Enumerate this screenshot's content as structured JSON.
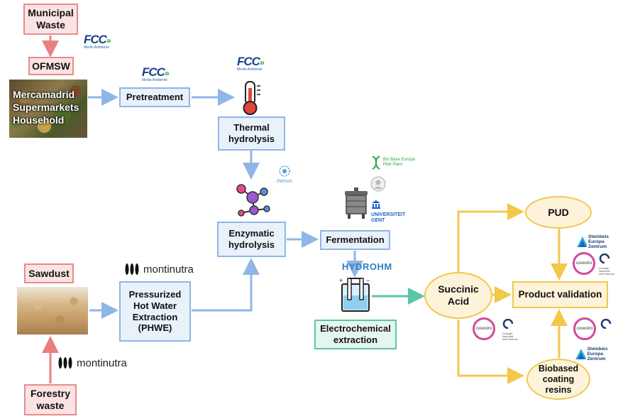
{
  "nodes": {
    "municipal_waste": "Municipal\nWaste",
    "ofmsw": "OFMSW",
    "pretreatment": "Pretreatment",
    "thermal_hydrolysis": "Thermal\nhydrolysis",
    "enzymatic_hydrolysis": "Enzymatic\nhydrolysis",
    "fermentation": "Fermentation",
    "electrochemical_extraction": "Electrochemical\nextraction",
    "succinic_acid": "Succinic\nAcid",
    "pud": "PUD",
    "product_validation": "Product validation",
    "biobased_coating_resins": "Biobased\ncoating\nresins",
    "sawdust": "Sawdust",
    "phwe": "Pressurized\nHot Water\nExtraction\n(PHWE)",
    "forestry_waste": "Forestry\nwaste"
  },
  "photo_labels": {
    "waste_sources": "Mercamadrid\nSupermarkets\nHousehold"
  },
  "logos": {
    "fcc": "FCC",
    "fcc_sub": "Medio Ambiente",
    "montinutra": "montinutra",
    "hydrohm": "HYDROHM",
    "ineuvo": "iNeuvo",
    "bbe": "Bio Base Europe\nPilot Plant",
    "ugent": "UNIVERSITEIT\nGENT",
    "steinbeis": "Steinbeis\nEuropa Zentrum",
    "covestro": "covestro",
    "cnr": "Consiglio Nazionale\ndelle Ricerche"
  },
  "colors": {
    "red_arrow": "#e88080",
    "blue_arrow": "#8fb6e6",
    "teal_arrow": "#5cc6a8",
    "yellow_arrow": "#f2c84b"
  }
}
